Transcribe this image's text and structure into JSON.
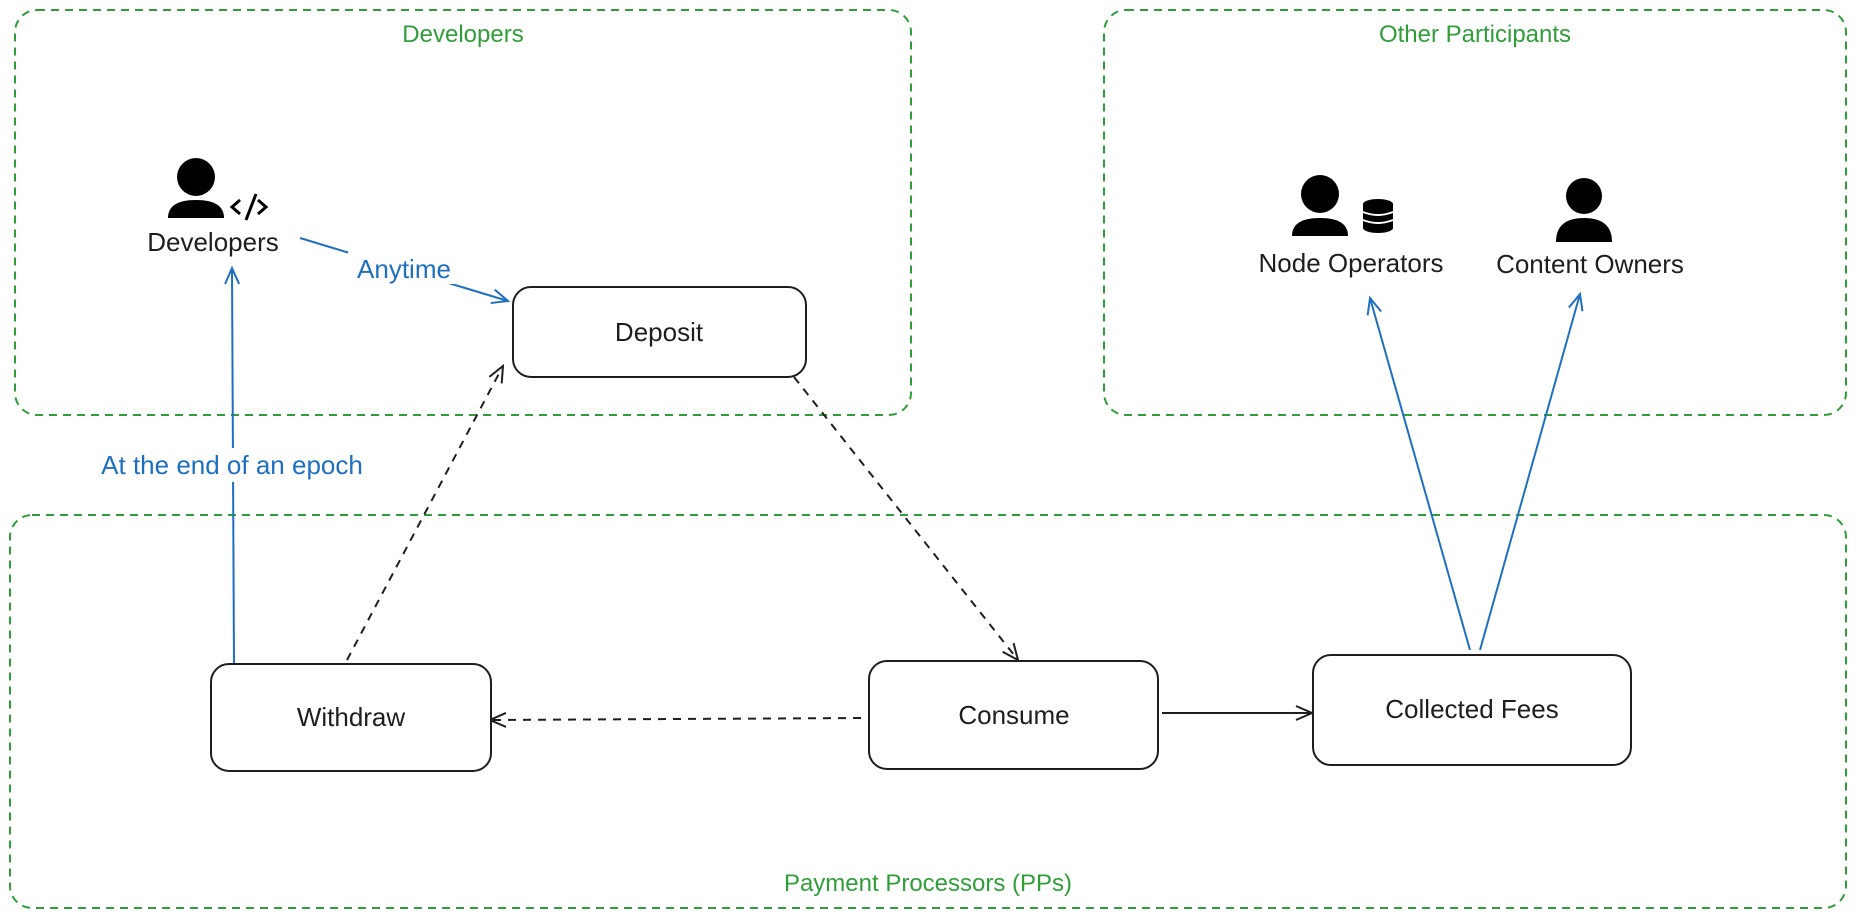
{
  "groups": {
    "developers": {
      "title": "Developers"
    },
    "other_participants": {
      "title": "Other Participants"
    },
    "payment_processors": {
      "title": "Payment Processors (PPs)"
    }
  },
  "actors": {
    "developers": {
      "label": "Developers",
      "icon": "developer-code-icon"
    },
    "node_operators": {
      "label": "Node Operators",
      "icon": "operator-database-icon"
    },
    "content_owners": {
      "label": "Content Owners",
      "icon": "person-icon"
    }
  },
  "nodes": {
    "deposit": "Deposit",
    "withdraw": "Withdraw",
    "consume": "Consume",
    "collected_fees": "Collected Fees"
  },
  "edge_labels": {
    "anytime": "Anytime",
    "end_of_epoch": "At the end of an epoch"
  },
  "colors": {
    "group_border": "#2f9e3a",
    "blue_arrow": "#1f6fc0",
    "black_arrow": "#1e1e1e"
  }
}
